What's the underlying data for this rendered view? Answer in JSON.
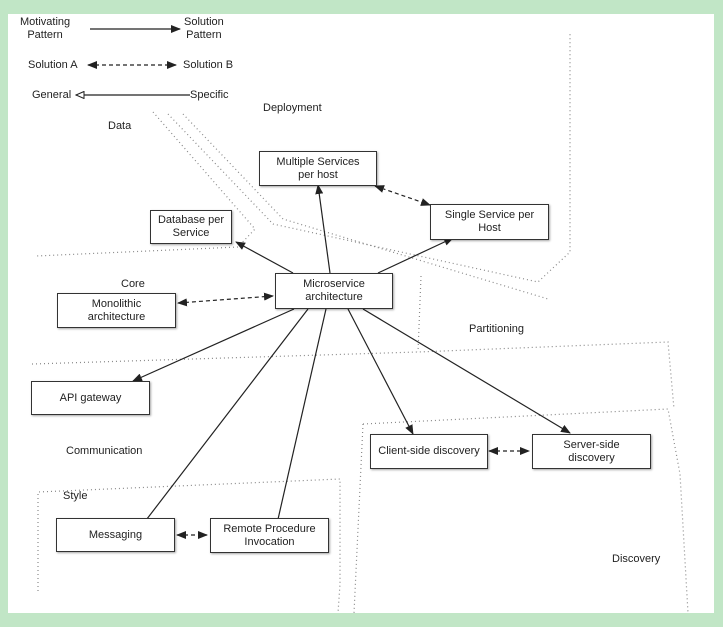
{
  "legend": {
    "motivating": "Motivating\nPattern",
    "solution": "Solution\nPattern",
    "solution_a": "Solution A",
    "solution_b": "Solution B",
    "general": "General",
    "specific": "Specific"
  },
  "regions": {
    "data": "Data",
    "deployment": "Deployment",
    "core": "Core",
    "partitioning": "Partitioning",
    "communication": "Communication",
    "style": "Style",
    "discovery": "Discovery"
  },
  "nodes": {
    "multiple_services": "Multiple Services\nper host",
    "single_service": "Single Service per\nHost",
    "database_per_service": "Database per\nService",
    "microservice": "Microservice\narchitecture",
    "monolithic": "Monolithic\narchitecture",
    "api_gateway": "API gateway",
    "client_side": "Client-side discovery",
    "server_side": "Server-side\ndiscovery",
    "messaging": "Messaging",
    "rpi": "Remote Procedure\nInvocation"
  },
  "edges": [
    {
      "from": "microservice",
      "to": "multiple_services",
      "type": "solution"
    },
    {
      "from": "microservice",
      "to": "single_service",
      "type": "solution"
    },
    {
      "from": "microservice",
      "to": "database_per_service",
      "type": "solution"
    },
    {
      "from": "microservice",
      "to": "api_gateway",
      "type": "solution"
    },
    {
      "from": "microservice",
      "to": "messaging",
      "type": "solution"
    },
    {
      "from": "microservice",
      "to": "rpi",
      "type": "solution"
    },
    {
      "from": "microservice",
      "to": "client_side",
      "type": "solution"
    },
    {
      "from": "microservice",
      "to": "server_side",
      "type": "solution"
    },
    {
      "from": "multiple_services",
      "to": "single_service",
      "type": "alternative"
    },
    {
      "from": "monolithic",
      "to": "microservice",
      "type": "alternative"
    },
    {
      "from": "client_side",
      "to": "server_side",
      "type": "alternative"
    },
    {
      "from": "messaging",
      "to": "rpi",
      "type": "alternative"
    }
  ]
}
